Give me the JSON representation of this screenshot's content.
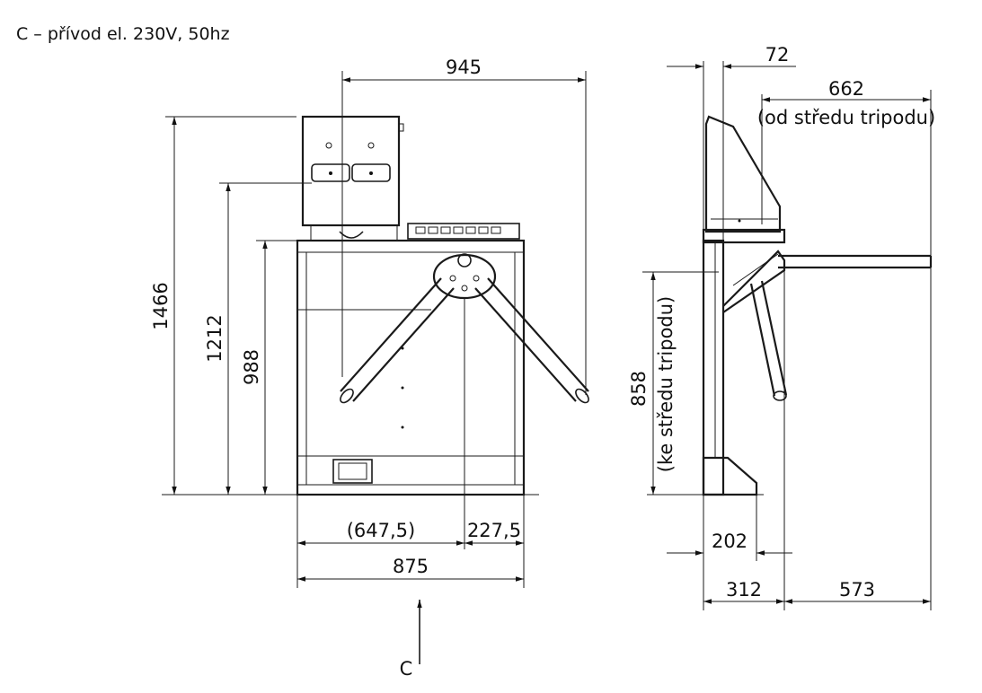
{
  "note": "C – přívod el. 230V, 50hz",
  "front_view": {
    "dim_total_width": "945",
    "dim_total_height": "1466",
    "dim_cabinet_top": "1212",
    "dim_body_height": "988",
    "dim_left_part": "(647,5)",
    "dim_right_part": "227,5",
    "dim_body_width": "875",
    "cable_entry_label": "C"
  },
  "side_view": {
    "dim_top_offset": "72",
    "dim_arm_reach": "662",
    "dim_arm_reach_note": "(od středu tripodu)",
    "dim_tripod_height": "858",
    "dim_tripod_height_note": "(ke středu tripodu)",
    "dim_base": "202",
    "dim_depth": "312",
    "dim_arm_extent": "573"
  }
}
